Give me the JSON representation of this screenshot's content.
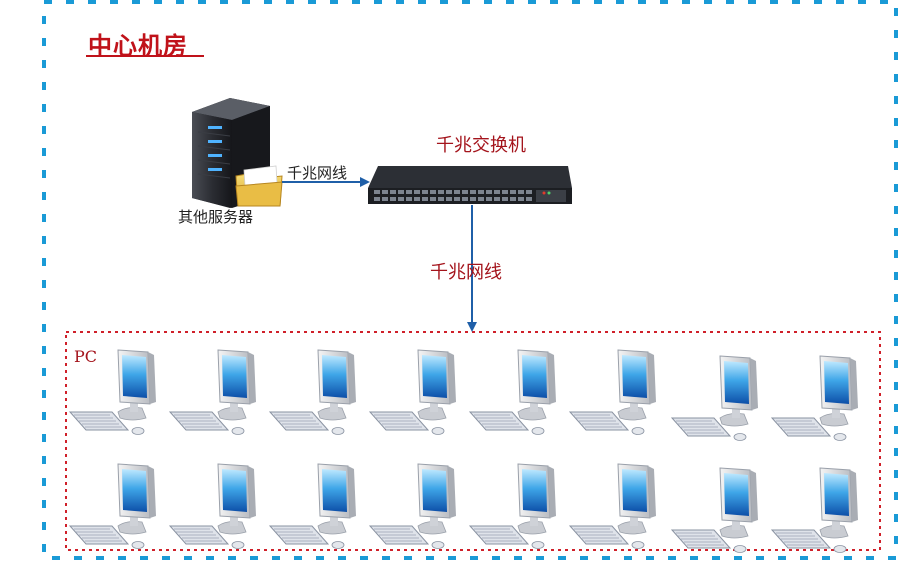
{
  "title": "中心机房",
  "server": {
    "label": "其他服务器"
  },
  "switch": {
    "label": "千兆交换机"
  },
  "links": {
    "server_to_switch": "千兆网线",
    "switch_to_pcs": "千兆网线"
  },
  "pc_group": {
    "label": "PC",
    "rows": 2,
    "per_row": 8
  },
  "colors": {
    "outer_border": "#1a9ad6",
    "inner_border": "#d0202a",
    "title": "#c0121a",
    "label_red": "#a4141c",
    "arrow": "#1f5fa8"
  }
}
